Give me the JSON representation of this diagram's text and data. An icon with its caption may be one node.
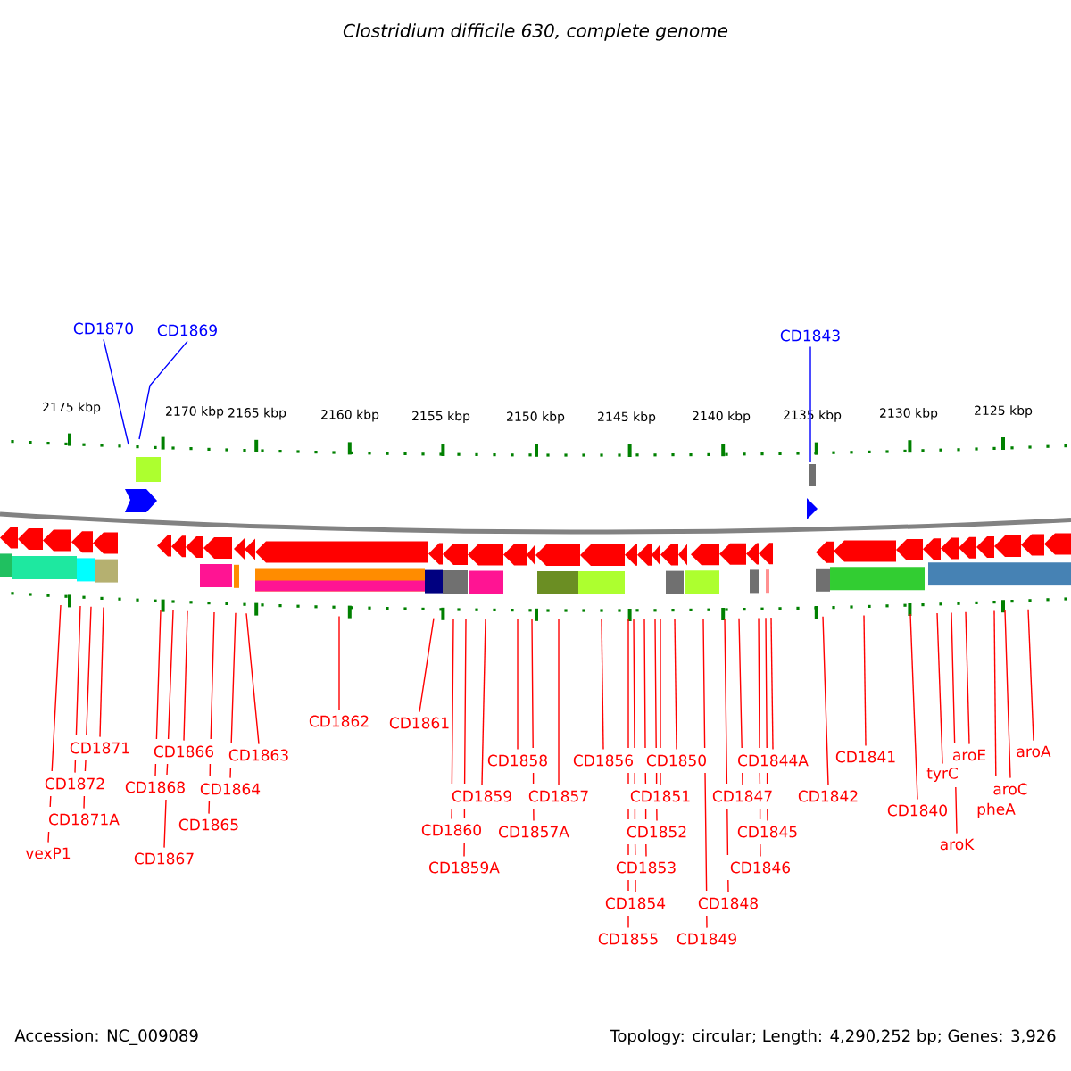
{
  "diagram": {
    "title": "Clostridium difficile 630, complete genome",
    "nodes": [
      {
        "text": [
          "CD1870"
        ]
      },
      {
        "text": [
          "CD1869"
        ]
      },
      {
        "text": [
          "CD1843"
        ]
      },
      {
        "text": [
          "vexP1"
        ]
      },
      {
        "text": [
          "CD1872"
        ]
      },
      {
        "text": [
          "CD1871A"
        ]
      },
      {
        "text": [
          "CD1871"
        ]
      },
      {
        "text": [
          "CD1868"
        ]
      },
      {
        "text": [
          "CD1867"
        ]
      },
      {
        "text": [
          "CD1866"
        ]
      },
      {
        "text": [
          "CD1865"
        ]
      },
      {
        "text": [
          "CD1864"
        ]
      },
      {
        "text": [
          "CD1863"
        ]
      },
      {
        "text": [
          "CD1862"
        ]
      },
      {
        "text": [
          "CD1861"
        ]
      },
      {
        "text": [
          "CD1860"
        ]
      },
      {
        "text": [
          "CD1859A"
        ]
      },
      {
        "text": [
          "CD1859"
        ]
      },
      {
        "text": [
          "CD1858"
        ]
      },
      {
        "text": [
          "CD1857A"
        ]
      },
      {
        "text": [
          "CD1857"
        ]
      },
      {
        "text": [
          "CD1856"
        ]
      },
      {
        "text": [
          "CD1855"
        ]
      },
      {
        "text": [
          "CD1854"
        ]
      },
      {
        "text": [
          "CD1853"
        ]
      },
      {
        "text": [
          "CD1852"
        ]
      },
      {
        "text": [
          "CD1851"
        ]
      },
      {
        "text": [
          "CD1850"
        ]
      },
      {
        "text": [
          "CD1849"
        ]
      },
      {
        "text": [
          "CD1848"
        ]
      },
      {
        "text": [
          "CD1847"
        ]
      },
      {
        "text": [
          "CD1846"
        ]
      },
      {
        "text": [
          "CD1845"
        ]
      },
      {
        "text": [
          "CD1844A"
        ]
      },
      {
        "text": [
          "CD1842"
        ]
      },
      {
        "text": [
          "CD1841"
        ]
      },
      {
        "text": [
          "CD1840"
        ]
      },
      {
        "text": [
          "aroK"
        ]
      },
      {
        "text": [
          "tyrC"
        ]
      },
      {
        "text": [
          "aroE"
        ]
      },
      {
        "text": [
          "pheA"
        ]
      },
      {
        "text": [
          "aroC"
        ]
      },
      {
        "text": [
          "aroA"
        ]
      }
    ],
    "edges": [
      {
        "from": 0,
        "to": null,
        "arrow": "none",
        "color": "#0000ff"
      },
      {
        "from": 1,
        "to": null,
        "arrow": "none",
        "color": "#0000ff"
      },
      {
        "from": 2,
        "to": null,
        "arrow": "none",
        "color": "#0000ff"
      },
      {
        "from": 3,
        "to": null,
        "arrow": "none"
      },
      {
        "from": 4,
        "to": null,
        "arrow": "none"
      },
      {
        "from": 5,
        "to": null,
        "arrow": "none"
      },
      {
        "from": 6,
        "to": null,
        "arrow": "none"
      },
      {
        "from": 7,
        "to": null,
        "arrow": "none"
      },
      {
        "from": 8,
        "to": null,
        "arrow": "none"
      },
      {
        "from": 9,
        "to": null,
        "arrow": "none"
      },
      {
        "from": 10,
        "to": null,
        "arrow": "none"
      },
      {
        "from": 11,
        "to": null,
        "arrow": "none"
      },
      {
        "from": 12,
        "to": null,
        "arrow": "none"
      },
      {
        "from": 13,
        "to": null,
        "arrow": "none"
      },
      {
        "from": 14,
        "to": null,
        "arrow": "none"
      },
      {
        "from": 15,
        "to": null,
        "arrow": "none"
      },
      {
        "from": 16,
        "to": null,
        "arrow": "none"
      },
      {
        "from": 17,
        "to": null,
        "arrow": "none"
      },
      {
        "from": 18,
        "to": null,
        "arrow": "none"
      },
      {
        "from": 19,
        "to": null,
        "arrow": "none"
      },
      {
        "from": 20,
        "to": null,
        "arrow": "none"
      },
      {
        "from": 21,
        "to": null,
        "arrow": "none"
      },
      {
        "from": 22,
        "to": null,
        "arrow": "none"
      },
      {
        "from": 23,
        "to": null,
        "arrow": "none"
      },
      {
        "from": 24,
        "to": null,
        "arrow": "none"
      },
      {
        "from": 25,
        "to": null,
        "arrow": "none"
      },
      {
        "from": 26,
        "to": null,
        "arrow": "none"
      },
      {
        "from": 27,
        "to": null,
        "arrow": "none"
      },
      {
        "from": 28,
        "to": null,
        "arrow": "none"
      },
      {
        "from": 29,
        "to": null,
        "arrow": "none"
      },
      {
        "from": 30,
        "to": null,
        "arrow": "none"
      },
      {
        "from": 31,
        "to": null,
        "arrow": "none"
      },
      {
        "from": 32,
        "to": null,
        "arrow": "none"
      },
      {
        "from": 33,
        "to": null,
        "arrow": "none"
      },
      {
        "from": 34,
        "to": null,
        "arrow": "none"
      },
      {
        "from": 35,
        "to": null,
        "arrow": "none"
      },
      {
        "from": 36,
        "to": null,
        "arrow": "none"
      },
      {
        "from": 37,
        "to": null,
        "arrow": "none"
      },
      {
        "from": 38,
        "to": null,
        "arrow": "none"
      },
      {
        "from": 39,
        "to": null,
        "arrow": "none"
      },
      {
        "from": 40,
        "to": null,
        "arrow": "none"
      },
      {
        "from": 41,
        "to": null,
        "arrow": "none"
      },
      {
        "from": 42,
        "to": null,
        "arrow": "none"
      }
    ],
    "labels": [
      "2175 kbp",
      "2170 kbp",
      "2165 kbp",
      "2160 kbp",
      "2155 kbp",
      "2150 kbp",
      "2145 kbp",
      "2140 kbp",
      "2135 kbp",
      "2130 kbp",
      "2125 kbp",
      "Accession: NC_009089",
      "Topology: circular; Length: 4,290,252 bp; Genes: 3,926"
    ]
  }
}
